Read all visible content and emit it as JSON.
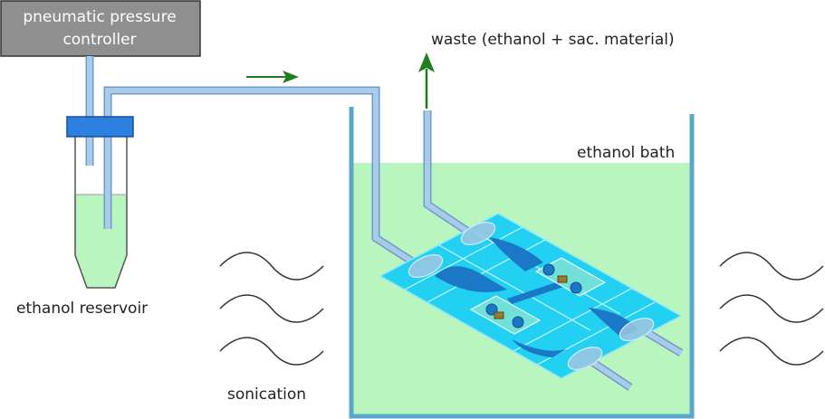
{
  "labels": {
    "controller_line1": "pneumatic pressure",
    "controller_line2": "controller",
    "waste": "waste (ethanol + sac. material)",
    "bath": "ethanol bath",
    "reservoir": "ethanol reservoir",
    "sonication": "sonication"
  },
  "colors": {
    "controller_fill": "#8f8f8f",
    "tube": "#a9cbea",
    "tube_edge": "#6e9bc9",
    "cap": "#2d7fe0",
    "ethanol": "#b8f5bf",
    "bath_wall": "#5aa8c8",
    "chip": "#22d0f2",
    "chip_dark": "#1a78c6",
    "valve": "#9fc6e0",
    "flow_arrow": "#1e7d1e",
    "wave": "#333333"
  },
  "icons": [
    "flow-arrow-icon",
    "waste-arrow-icon",
    "sonication-wave-icon"
  ]
}
